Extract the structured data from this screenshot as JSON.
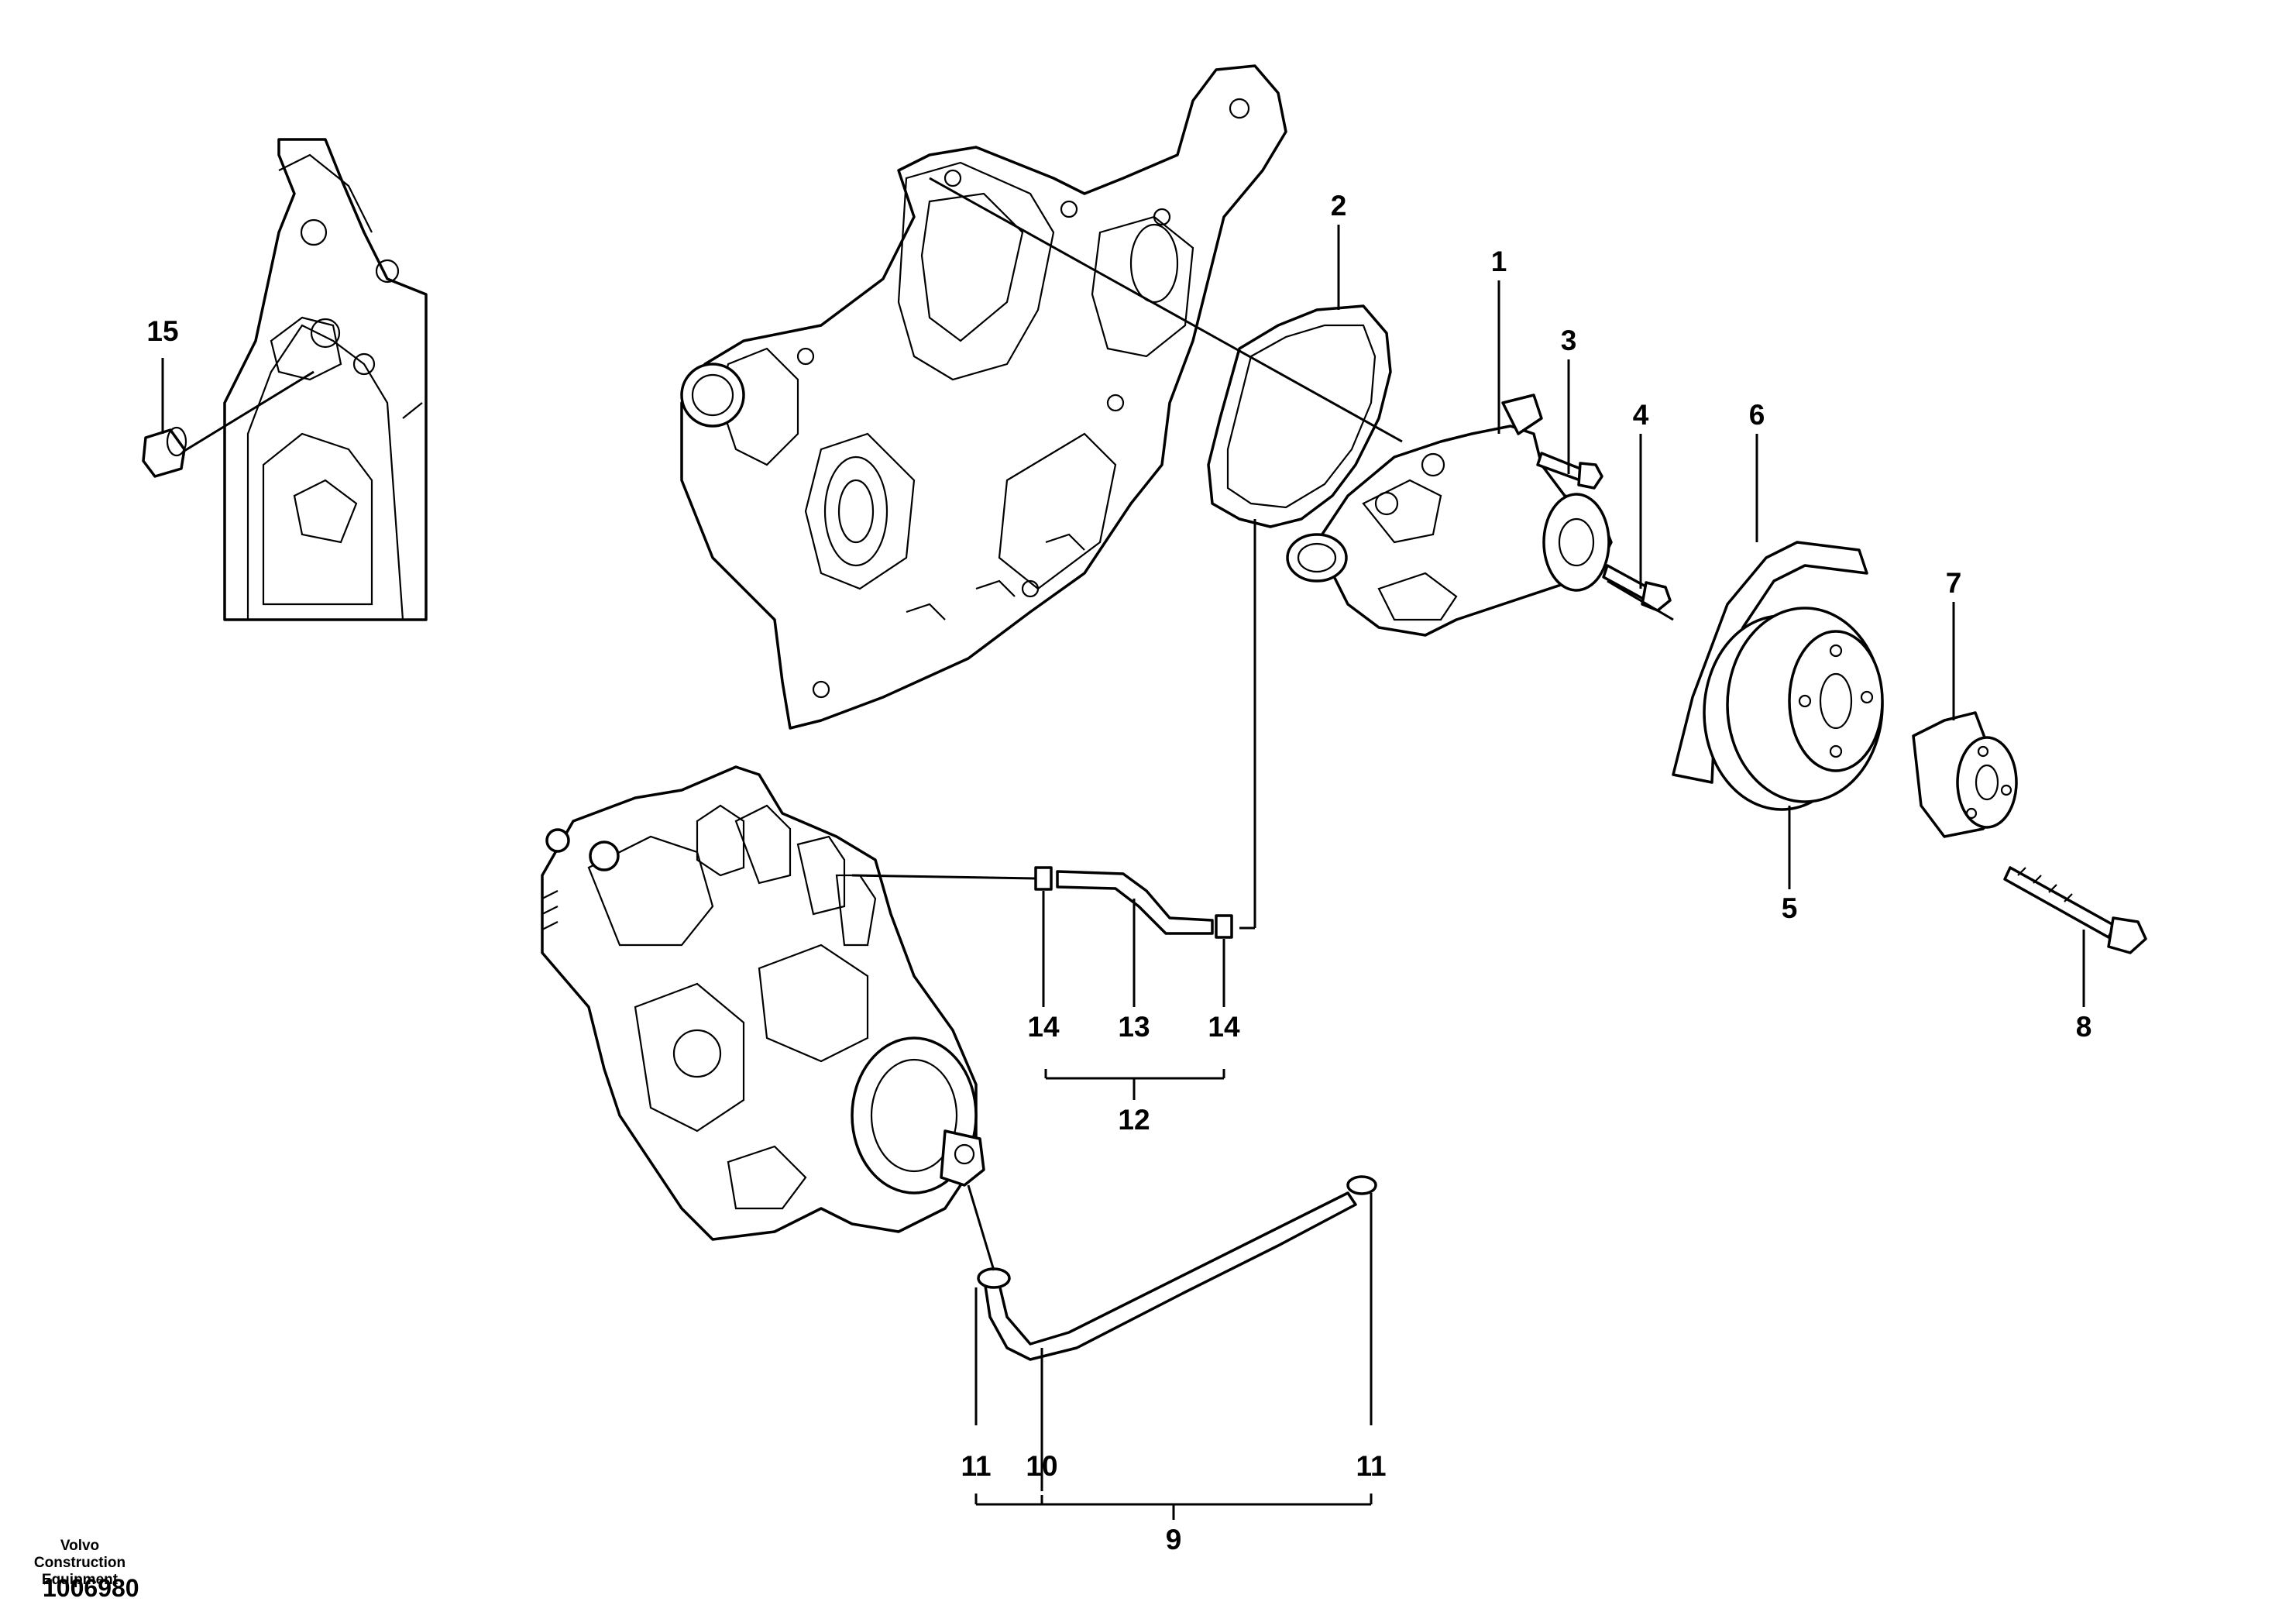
{
  "footer": {
    "brand_line1": "Volvo Construction",
    "brand_line2": "Equipment",
    "figure_number": "1006980"
  },
  "callouts": {
    "c1": "1",
    "c2": "2",
    "c3": "3",
    "c4": "4",
    "c5": "5",
    "c6": "6",
    "c7": "7",
    "c8": "8",
    "c9": "9",
    "c10": "10",
    "c11a": "11",
    "c11b": "11",
    "c12": "12",
    "c13": "13",
    "c14a": "14",
    "c14b": "14",
    "c15": "15"
  }
}
